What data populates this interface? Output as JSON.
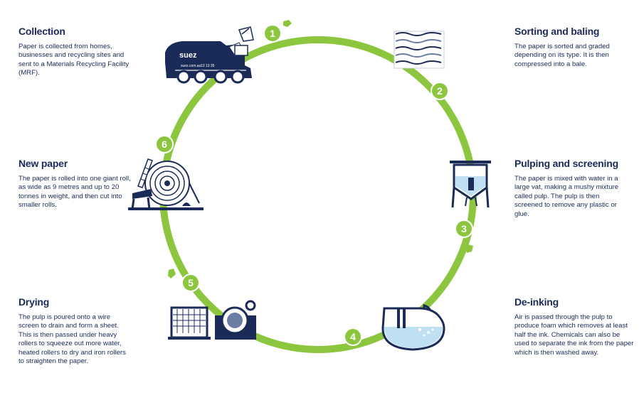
{
  "colors": {
    "ring": "#8cc63f",
    "navy": "#1b2b58",
    "light_blue": "#bfe0f2",
    "number_bg": "#8cc63f"
  },
  "steps": [
    {
      "number": "1",
      "title": "Collection",
      "text": "Paper is collected from homes, businesses and recycling sites and sent to  a Materials Recycling Facility (MRF).",
      "icon": "garbage-truck-icon"
    },
    {
      "number": "2",
      "title": "Sorting and baling",
      "text": "The paper is sorted and graded depending on its type. It is then compressed into a bale.",
      "icon": "paper-bale-icon"
    },
    {
      "number": "3",
      "title": "Pulping and screening",
      "text": "The paper is mixed with water in a large vat, making a mushy mixture called pulp. The pulp is then screened to remove any plastic or glue.",
      "icon": "pulping-vat-icon"
    },
    {
      "number": "4",
      "title": "De-inking",
      "text": "Air is passed through the pulp to produce foam which removes at least half the ink. Chemicals can also be used to separate the ink from the paper which is then washed away.",
      "icon": "de-inking-tank-icon"
    },
    {
      "number": "5",
      "title": "Drying",
      "text": "The pulp is poured onto a wire screen to drain and form a sheet. This is then passed under heavy rollers to squeeze out more water, heated rollers to dry and iron rollers to straighten the paper.",
      "icon": "drying-machine-icon"
    },
    {
      "number": "6",
      "title": "New paper",
      "text": "The paper is rolled into one giant roll, as wide as 9 metres and up to 20 tonnes in weight, and then cut into smaller rolls.",
      "icon": "paper-roll-icon"
    }
  ],
  "truck": {
    "brand": "suez",
    "site": "suez.com.au",
    "phone": "13 13 35"
  }
}
